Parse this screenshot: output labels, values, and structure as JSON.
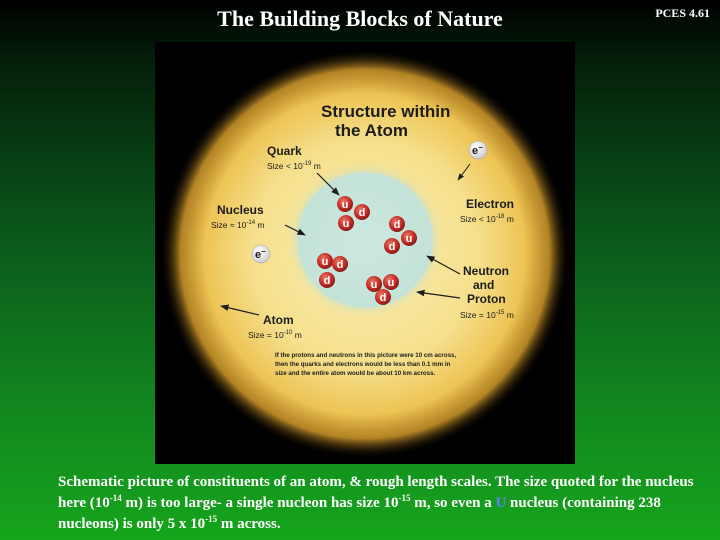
{
  "slide": {
    "title": "The Building Blocks of Nature",
    "id": "PCES  4.61"
  },
  "figure": {
    "heading_line1": "Structure within",
    "heading_line2": "the Atom",
    "quark": {
      "label": "Quark",
      "size_prefix": "Size < 10",
      "exp": "-19",
      "unit": " m"
    },
    "electron_symbol": "e",
    "electron_charge": "−",
    "electron": {
      "label": "Electron",
      "size_prefix": "Size < 10",
      "exp": "-18",
      "unit": " m"
    },
    "nucleus": {
      "label": "Nucleus",
      "size_prefix": "Size ≈ 10",
      "exp": "-14",
      "unit": " m"
    },
    "neutron": {
      "line1": "Neutron",
      "line2": "and",
      "line3": "Proton",
      "size_prefix": "Size = 10",
      "exp": "-15",
      "unit": " m"
    },
    "atom": {
      "label": "Atom",
      "size_prefix": "Size = 10",
      "exp": "-10",
      "unit": " m"
    },
    "note": [
      "If the protons and neutrons in this picture were 10 cm across,",
      "then the quarks and electrons would be less than 0.1 mm in",
      "size and the entire atom would be about 10 km across."
    ],
    "quarks": {
      "q1": "u",
      "q2": "d",
      "q3": "u",
      "q4": "d",
      "q5": "u",
      "q6": "d",
      "q7": "u",
      "q8": "d",
      "q9": "d",
      "q10": "u",
      "q11": "u",
      "q12": "d"
    }
  },
  "caption": {
    "part1": "Schematic picture of constituents of an atom, & rough length scales. The size quoted for the nucleus here (10",
    "sup1": "-14",
    "part2": " m)  is too large- a single nucleon has size 10",
    "sup2": "-15",
    "part3": " m, so even a ",
    "highlight": "U",
    "part4": " nucleus (containing 238 nucleons) is only 5 x 10",
    "sup3": "-15",
    "part5": " m across."
  },
  "colors": {
    "quark": "#c8302a",
    "nucleus_cloud": "#cde6dc",
    "atom_cloud": "#f3dc80",
    "highlight": "#6a7cff"
  }
}
